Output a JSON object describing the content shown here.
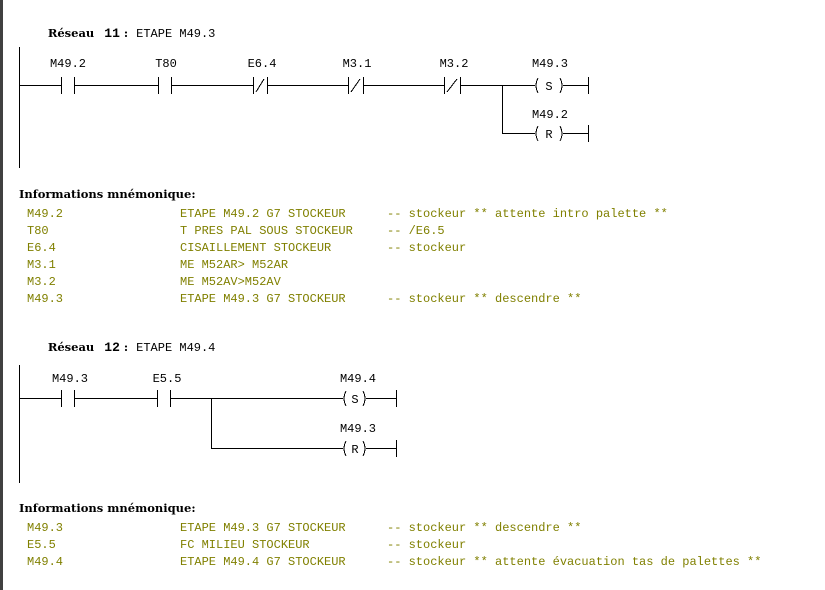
{
  "networks": [
    {
      "label": "Réseau",
      "number": "11",
      "colon": ":",
      "title": "ETAPE M49.3",
      "contacts": [
        "M49.2",
        "T80",
        "E6.4",
        "M3.1",
        "M3.2"
      ],
      "coils": [
        {
          "addr": "M49.3",
          "type": "S"
        },
        {
          "addr": "M49.2",
          "type": "R"
        }
      ],
      "info_header": "Informations mnémonique:",
      "info": [
        {
          "symbol": "M49.2",
          "desc": "ETAPE M49.2 G7 STOCKEUR",
          "comment": "-- stockeur ** attente intro palette **"
        },
        {
          "symbol": "T80",
          "desc": "T PRES PAL SOUS STOCKEUR",
          "comment": "-- /E6.5"
        },
        {
          "symbol": "E6.4",
          "desc": "CISAILLEMENT STOCKEUR",
          "comment": "-- stockeur"
        },
        {
          "symbol": "M3.1",
          "desc": "ME M52AR> M52AR",
          "comment": ""
        },
        {
          "symbol": "M3.2",
          "desc": "ME M52AV>M52AV",
          "comment": ""
        },
        {
          "symbol": "M49.3",
          "desc": "ETAPE M49.3 G7 STOCKEUR",
          "comment": "-- stockeur ** descendre **"
        }
      ]
    },
    {
      "label": "Réseau",
      "number": "12",
      "colon": ":",
      "title": "ETAPE M49.4",
      "contacts": [
        "M49.3",
        "E5.5"
      ],
      "coils": [
        {
          "addr": "M49.4",
          "type": "S"
        },
        {
          "addr": "M49.3",
          "type": "R"
        }
      ],
      "info_header": "Informations mnémonique:",
      "info": [
        {
          "symbol": "M49.3",
          "desc": "ETAPE M49.3 G7 STOCKEUR",
          "comment": "-- stockeur ** descendre **"
        },
        {
          "symbol": "E5.5",
          "desc": "FC MILIEU STOCKEUR",
          "comment": "-- stockeur"
        },
        {
          "symbol": "M49.4",
          "desc": "ETAPE M49.4 G7 STOCKEUR",
          "comment": "-- stockeur ** attente évacuation tas de palettes **"
        }
      ]
    }
  ],
  "colors": {
    "info_text": "#808000"
  }
}
